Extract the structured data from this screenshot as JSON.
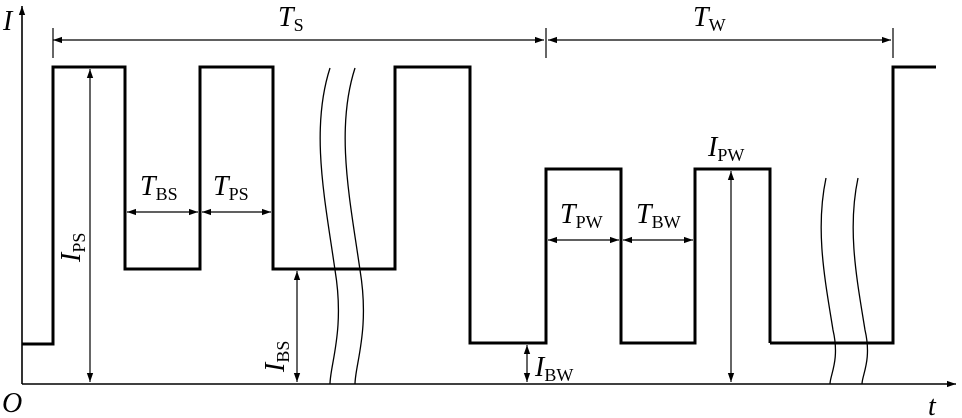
{
  "axes": {
    "origin": "O",
    "y_axis": "I",
    "x_axis": "t"
  },
  "periods": {
    "strong": {
      "symbol": "T",
      "subscript": "S"
    },
    "weak": {
      "symbol": "T",
      "subscript": "W"
    }
  },
  "durations": {
    "base_strong": {
      "symbol": "T",
      "subscript": "BS"
    },
    "pulse_strong": {
      "symbol": "T",
      "subscript": "PS"
    },
    "pulse_weak": {
      "symbol": "T",
      "subscript": "PW"
    },
    "base_weak": {
      "symbol": "T",
      "subscript": "BW"
    }
  },
  "currents": {
    "pulse_strong": {
      "symbol": "I",
      "subscript": "PS"
    },
    "base_strong": {
      "symbol": "I",
      "subscript": "BS"
    },
    "pulse_weak": {
      "symbol": "I",
      "subscript": "PW"
    },
    "base_weak": {
      "symbol": "I",
      "subscript": "BW"
    }
  }
}
